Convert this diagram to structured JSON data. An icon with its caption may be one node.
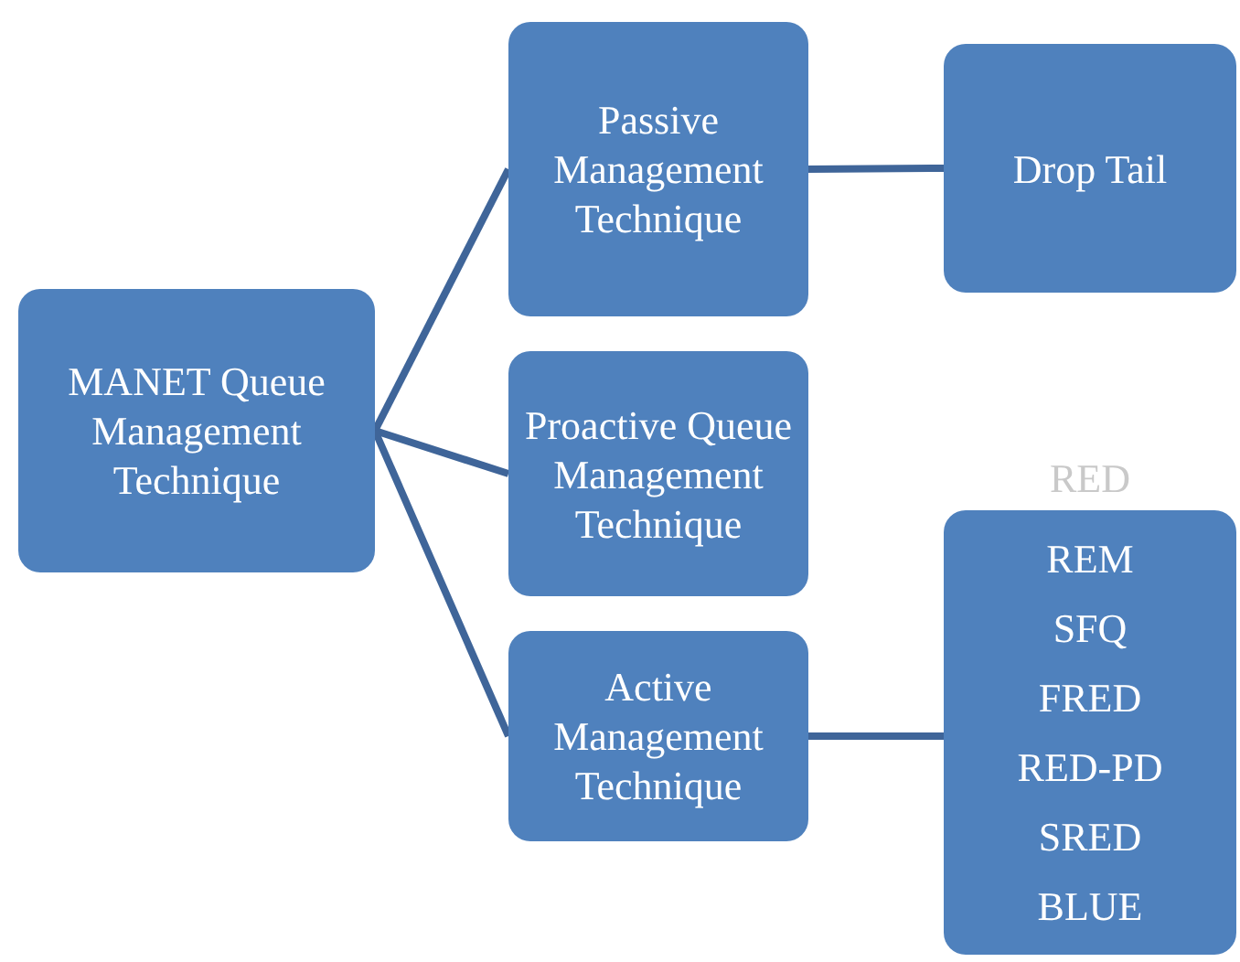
{
  "diagram": {
    "nodes": [
      {
        "text": [
          "MANET Queue Management Technique"
        ]
      },
      {
        "text": [
          "Passive Management Technique"
        ]
      },
      {
        "text": [
          "Proactive Queue Management Technique"
        ]
      },
      {
        "text": [
          "Active Management Technique"
        ]
      },
      {
        "text": [
          "Drop Tail"
        ]
      },
      {
        "text": [
          "REM",
          "SFQ",
          "FRED",
          "RED-PD",
          "SRED",
          "BLUE"
        ],
        "beside": [
          "RED"
        ]
      }
    ],
    "edges": [
      {
        "from": 0,
        "to": 1,
        "arrow": "none"
      },
      {
        "from": 0,
        "to": 2,
        "arrow": "none"
      },
      {
        "from": 0,
        "to": 3,
        "arrow": "none"
      },
      {
        "from": 1,
        "to": 4,
        "arrow": "none"
      },
      {
        "from": 3,
        "to": 5,
        "arrow": "none"
      }
    ]
  }
}
